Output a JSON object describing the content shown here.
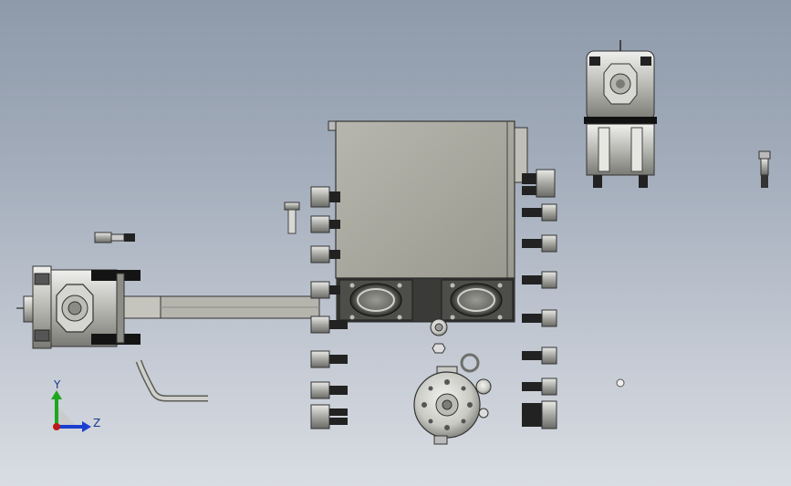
{
  "viewport": {
    "background_top": "#8e9aaa",
    "background_bottom": "#d9dde3"
  },
  "triad": {
    "y_label": "Y",
    "z_label": "Z",
    "y_color": "#1ea61e",
    "z_color": "#1b3fd0",
    "x_color": "#c01818"
  },
  "parts": {
    "left_cylinder_pump": "cylinder-pump-assembly",
    "control_box": "control-box",
    "top_right_valve": "valve-assembly",
    "round_flange": "round-flange-cover",
    "bent_tube": "bent-tube"
  },
  "colors": {
    "metal_light": "#d9d9d4",
    "metal_mid": "#a9a9a3",
    "metal_dark": "#555552",
    "box_face": "#a8a79f",
    "black": "#141414"
  }
}
